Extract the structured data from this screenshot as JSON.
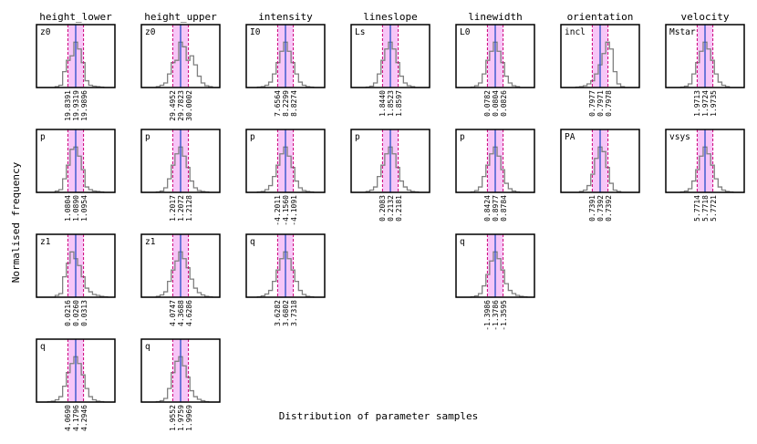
{
  "figure": {
    "xlabel": "Distribution of parameter samples",
    "ylabel": "Normalised frequency"
  },
  "colors": {
    "histogram": "#808080",
    "band_fill": "#f7c6f7",
    "band_edge": "#cc0077",
    "median_line": "#3355cc",
    "frame": "#000000"
  },
  "columns": [
    {
      "title": "height_lower",
      "panels": [
        {
          "label": "z0",
          "q16": "19.8391",
          "median": "19.9319",
          "q84": "19.9896",
          "hist": [
            0,
            0,
            0,
            0,
            0,
            0.02,
            0.05,
            0.35,
            0.6,
            0.7,
            1,
            0.85,
            0.55,
            0.15,
            0.05,
            0.03,
            0.02,
            0.01,
            0,
            0,
            0
          ]
        },
        {
          "label": "p",
          "q16": "1.0804",
          "median": "1.0890",
          "q84": "1.0954",
          "hist": [
            0,
            0,
            0,
            0,
            0,
            0.03,
            0.06,
            0.3,
            0.6,
            0.95,
            1,
            0.8,
            0.5,
            0.12,
            0.06,
            0.03,
            0.02,
            0.01,
            0,
            0,
            0
          ]
        },
        {
          "label": "z1",
          "q16": "0.0216",
          "median": "0.0260",
          "q84": "0.0313",
          "hist": [
            0,
            0,
            0,
            0,
            0,
            0.04,
            0.08,
            0.45,
            0.75,
            1,
            0.85,
            0.7,
            0.45,
            0.2,
            0.12,
            0.06,
            0.04,
            0.02,
            0.01,
            0,
            0
          ]
        },
        {
          "label": "q",
          "q16": "4.0690",
          "median": "4.1796",
          "q84": "4.2946",
          "hist": [
            0,
            0,
            0,
            0.01,
            0.02,
            0.05,
            0.12,
            0.35,
            0.65,
            0.85,
            1,
            0.85,
            0.6,
            0.3,
            0.12,
            0.05,
            0.02,
            0.01,
            0,
            0,
            0
          ]
        }
      ]
    },
    {
      "title": "height_upper",
      "panels": [
        {
          "label": "z0",
          "q16": "29.4952",
          "median": "29.7823",
          "q84": "30.0002",
          "hist": [
            0,
            0,
            0,
            0,
            0.02,
            0.05,
            0.1,
            0.3,
            0.55,
            0.6,
            1,
            0.9,
            0.6,
            0.7,
            0.5,
            0.25,
            0.1,
            0.04,
            0.02,
            0,
            0
          ]
        },
        {
          "label": "p",
          "q16": "1.2017",
          "median": "1.2072",
          "q84": "1.2128",
          "hist": [
            0,
            0,
            0,
            0,
            0.01,
            0.03,
            0.1,
            0.3,
            0.6,
            0.85,
            1,
            0.8,
            0.55,
            0.25,
            0.1,
            0.04,
            0.02,
            0.01,
            0,
            0,
            0
          ]
        },
        {
          "label": "z1",
          "q16": "4.0747",
          "median": "4.3688",
          "q84": "4.6286",
          "hist": [
            0,
            0,
            0,
            0,
            0.02,
            0.05,
            0.12,
            0.35,
            0.6,
            0.8,
            1,
            0.85,
            0.65,
            0.4,
            0.2,
            0.1,
            0.05,
            0.02,
            0.01,
            0,
            0
          ]
        },
        {
          "label": "q",
          "q16": "1.9552",
          "median": "1.9759",
          "q84": "1.9969",
          "hist": [
            0,
            0,
            0,
            0,
            0.01,
            0.03,
            0.08,
            0.3,
            0.65,
            0.9,
            1,
            0.8,
            0.55,
            0.25,
            0.12,
            0.06,
            0.03,
            0.01,
            0,
            0,
            0
          ]
        }
      ]
    },
    {
      "title": "intensity",
      "panels": [
        {
          "label": "I0",
          "q16": "7.6564",
          "median": "8.2299",
          "q84": "8.8274",
          "hist": [
            0,
            0,
            0,
            0.01,
            0.02,
            0.05,
            0.12,
            0.3,
            0.55,
            0.8,
            1,
            0.8,
            0.55,
            0.3,
            0.12,
            0.05,
            0.02,
            0.01,
            0,
            0,
            0
          ]
        },
        {
          "label": "p",
          "q16": "-4.2011",
          "median": "-4.1560",
          "q84": "-4.1091",
          "hist": [
            0,
            0,
            0,
            0.01,
            0.02,
            0.06,
            0.15,
            0.35,
            0.6,
            0.85,
            1,
            0.8,
            0.55,
            0.25,
            0.1,
            0.04,
            0.02,
            0.01,
            0,
            0,
            0
          ]
        },
        {
          "label": "q",
          "q16": "3.6282",
          "median": "3.6802",
          "q84": "3.7318",
          "hist": [
            0,
            0,
            0,
            0.01,
            0.03,
            0.07,
            0.15,
            0.35,
            0.6,
            0.85,
            1,
            0.85,
            0.6,
            0.35,
            0.15,
            0.06,
            0.02,
            0.01,
            0,
            0,
            0
          ]
        }
      ]
    },
    {
      "title": "lineslope",
      "panels": [
        {
          "label": "Ls",
          "q16": "1.8440",
          "median": "1.8523",
          "q84": "1.8597",
          "hist": [
            0,
            0,
            0,
            0,
            0.01,
            0.03,
            0.1,
            0.3,
            0.6,
            0.85,
            1,
            0.85,
            0.55,
            0.25,
            0.1,
            0.04,
            0.02,
            0,
            0,
            0,
            0
          ]
        },
        {
          "label": "p",
          "q16": "0.2083",
          "median": "0.2132",
          "q84": "0.2181",
          "hist": [
            0,
            0,
            0,
            0,
            0.02,
            0.05,
            0.12,
            0.35,
            0.6,
            0.85,
            1,
            0.85,
            0.55,
            0.25,
            0.12,
            0.05,
            0.02,
            0.01,
            0,
            0,
            0
          ]
        }
      ]
    },
    {
      "title": "linewidth",
      "panels": [
        {
          "label": "L0",
          "q16": "0.0782",
          "median": "0.0804",
          "q84": "0.0826",
          "hist": [
            0,
            0,
            0,
            0,
            0.01,
            0.04,
            0.1,
            0.3,
            0.6,
            0.8,
            1,
            0.8,
            0.55,
            0.25,
            0.1,
            0.04,
            0.02,
            0,
            0,
            0,
            0
          ]
        },
        {
          "label": "p",
          "q16": "0.8424",
          "median": "0.8977",
          "q84": "0.8784",
          "hist": [
            0,
            0,
            0,
            0,
            0.01,
            0.04,
            0.12,
            0.35,
            0.6,
            0.85,
            1,
            0.8,
            0.5,
            0.2,
            0.08,
            0.03,
            0.01,
            0,
            0,
            0,
            0
          ]
        },
        {
          "label": "q",
          "q16": "-1.3986",
          "median": "-1.3786",
          "q84": "-1.3595",
          "hist": [
            0,
            0,
            0,
            0,
            0.01,
            0.03,
            0.08,
            0.25,
            0.5,
            0.8,
            1,
            0.85,
            0.6,
            0.3,
            0.15,
            0.08,
            0.04,
            0.02,
            0.01,
            0,
            0
          ]
        }
      ]
    },
    {
      "title": "orientation",
      "panels": [
        {
          "label": "incl",
          "q16": "0.7977",
          "median": "0.7971",
          "q84": "0.7978",
          "hist": [
            0,
            0,
            0,
            0,
            0.01,
            0.02,
            0.04,
            0.08,
            0.15,
            0.3,
            0.5,
            0.75,
            1,
            0.85,
            0.35,
            0.08,
            0.02,
            0,
            0,
            0,
            0
          ]
        },
        {
          "label": "PA",
          "q16": "0.7391",
          "median": "0.7392",
          "q84": "0.7392",
          "hist": [
            0,
            0,
            0,
            0,
            0,
            0.02,
            0.05,
            0.15,
            0.4,
            0.75,
            1,
            0.9,
            0.55,
            0.2,
            0.05,
            0.02,
            0,
            0,
            0,
            0,
            0
          ]
        }
      ]
    },
    {
      "title": "velocity",
      "panels": [
        {
          "label": "Mstar",
          "q16": "1.9713",
          "median": "1.9724",
          "q84": "1.9735",
          "hist": [
            0,
            0,
            0,
            0,
            0.01,
            0.03,
            0.08,
            0.3,
            0.55,
            0.8,
            1,
            0.85,
            0.6,
            0.3,
            0.12,
            0.05,
            0.02,
            0,
            0,
            0,
            0
          ]
        },
        {
          "label": "vsys",
          "q16": "5.7714",
          "median": "5.7718",
          "q84": "5.7721",
          "hist": [
            0,
            0,
            0,
            0,
            0.01,
            0.03,
            0.08,
            0.25,
            0.5,
            0.8,
            1,
            0.85,
            0.6,
            0.3,
            0.12,
            0.05,
            0.02,
            0.01,
            0,
            0,
            0
          ]
        }
      ]
    }
  ],
  "chart_data": {
    "type": "histogram-grid",
    "xlabel": "Distribution of parameter samples",
    "ylabel": "Normalised frequency",
    "grid": false,
    "groups": [
      "height_lower",
      "height_upper",
      "intensity",
      "lineslope",
      "linewidth",
      "orientation",
      "velocity"
    ],
    "note_values": "each panel shows a sample histogram with 16th percentile, median and 84th percentile printed below"
  }
}
